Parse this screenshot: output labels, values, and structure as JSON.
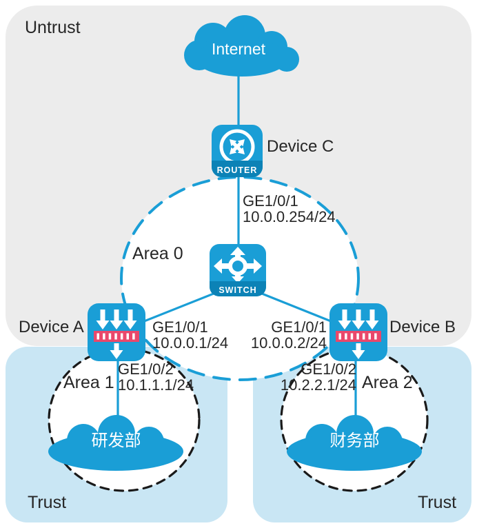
{
  "colors": {
    "brand_blue": "#1A9ED6",
    "dark_blue": "#0C82B6",
    "firewall_red": "#E9486B",
    "untrust_zone_bg": "#ECECEC",
    "trust_zone_bg": "#C9E6F4",
    "text": "#262626"
  },
  "zones": {
    "untrust": {
      "label": "Untrust"
    },
    "trust_left": {
      "label": "Trust"
    },
    "trust_right": {
      "label": "Trust"
    }
  },
  "areas": {
    "area0": {
      "label": "Area 0"
    },
    "area1": {
      "label": "Area 1"
    },
    "area2": {
      "label": "Area 2"
    }
  },
  "devices": {
    "internet": {
      "label": "Internet"
    },
    "device_c": {
      "name": "Device C",
      "icon_label": "ROUTER"
    },
    "core_switch": {
      "icon_label": "SWITCH"
    },
    "device_a": {
      "name": "Device A"
    },
    "device_b": {
      "name": "Device B"
    },
    "rd_dept": {
      "label": "研发部"
    },
    "finance_dept": {
      "label": "财务部"
    }
  },
  "interfaces": {
    "device_c_downlink": {
      "port": "GE1/0/1",
      "ip": "10.0.0.254/24"
    },
    "device_a_ge101": {
      "port": "GE1/0/1",
      "ip": "10.0.0.1/24"
    },
    "device_b_ge101": {
      "port": "GE1/0/1",
      "ip": "10.0.0.2/24"
    },
    "device_a_ge102": {
      "port": "GE1/0/2",
      "ip": "10.1.1.1/24"
    },
    "device_b_ge102": {
      "port": "GE1/0/2",
      "ip": "10.2.2.1/24"
    }
  }
}
